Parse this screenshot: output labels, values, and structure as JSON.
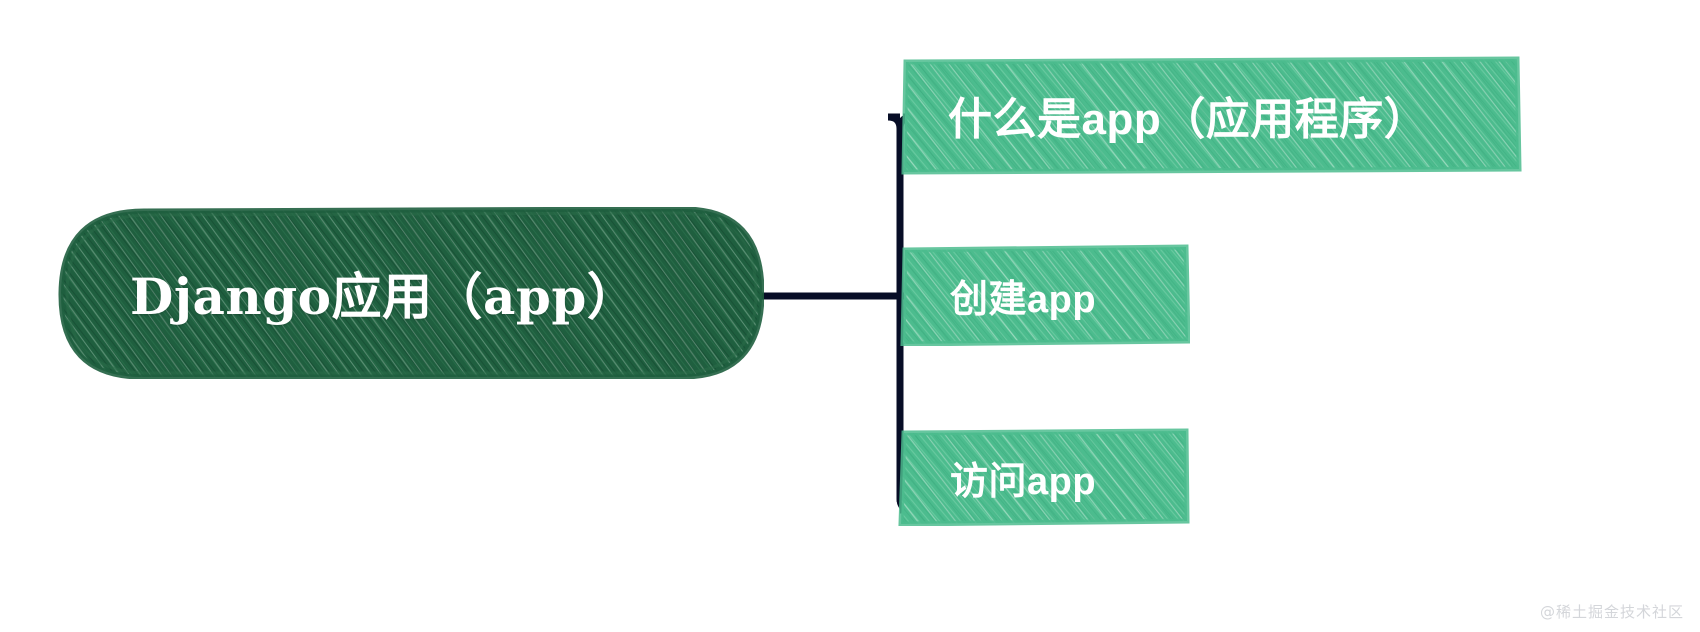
{
  "diagram": {
    "type": "mindmap",
    "orientation": "left-to-right",
    "background_color": "#ffffff",
    "connector_color": "#070d26",
    "root": {
      "label": "Django应用（app）",
      "fill_color": "#1f5f3f",
      "text_color": "#ffffff",
      "shape": "rounded-pill",
      "texture": "hand-drawn-scribble"
    },
    "children": [
      {
        "label": "什么是app（应用程序）",
        "fill_color": "#4cbc8e",
        "text_color": "#ffffff",
        "shape": "rectangle",
        "texture": "hand-drawn-scribble"
      },
      {
        "label": "创建app",
        "fill_color": "#4cbc8e",
        "text_color": "#ffffff",
        "shape": "rectangle",
        "texture": "hand-drawn-scribble"
      },
      {
        "label": "访问app",
        "fill_color": "#4cbc8e",
        "text_color": "#ffffff",
        "shape": "rectangle",
        "texture": "hand-drawn-scribble"
      }
    ]
  },
  "watermark": {
    "text": "@稀土掘金技术社区",
    "color": "#d4d6da"
  }
}
